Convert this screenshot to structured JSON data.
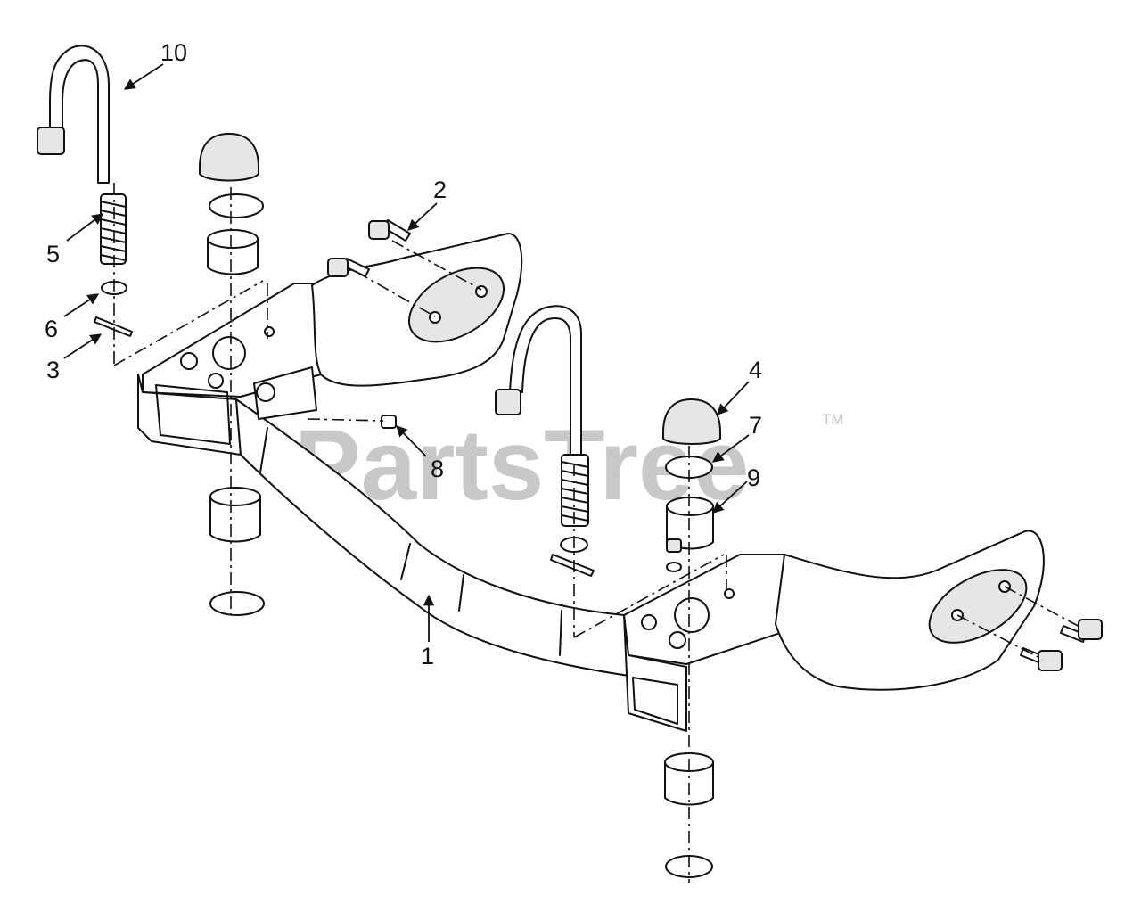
{
  "diagram": {
    "watermark": "PartsTree",
    "trademark": "TM",
    "callouts": [
      {
        "id": "c1",
        "label": "1"
      },
      {
        "id": "c2",
        "label": "2"
      },
      {
        "id": "c3",
        "label": "3"
      },
      {
        "id": "c4",
        "label": "4"
      },
      {
        "id": "c5",
        "label": "5"
      },
      {
        "id": "c6",
        "label": "6"
      },
      {
        "id": "c7",
        "label": "7"
      },
      {
        "id": "c8",
        "label": "8"
      },
      {
        "id": "c9",
        "label": "9"
      },
      {
        "id": "c10",
        "label": "10"
      }
    ]
  }
}
